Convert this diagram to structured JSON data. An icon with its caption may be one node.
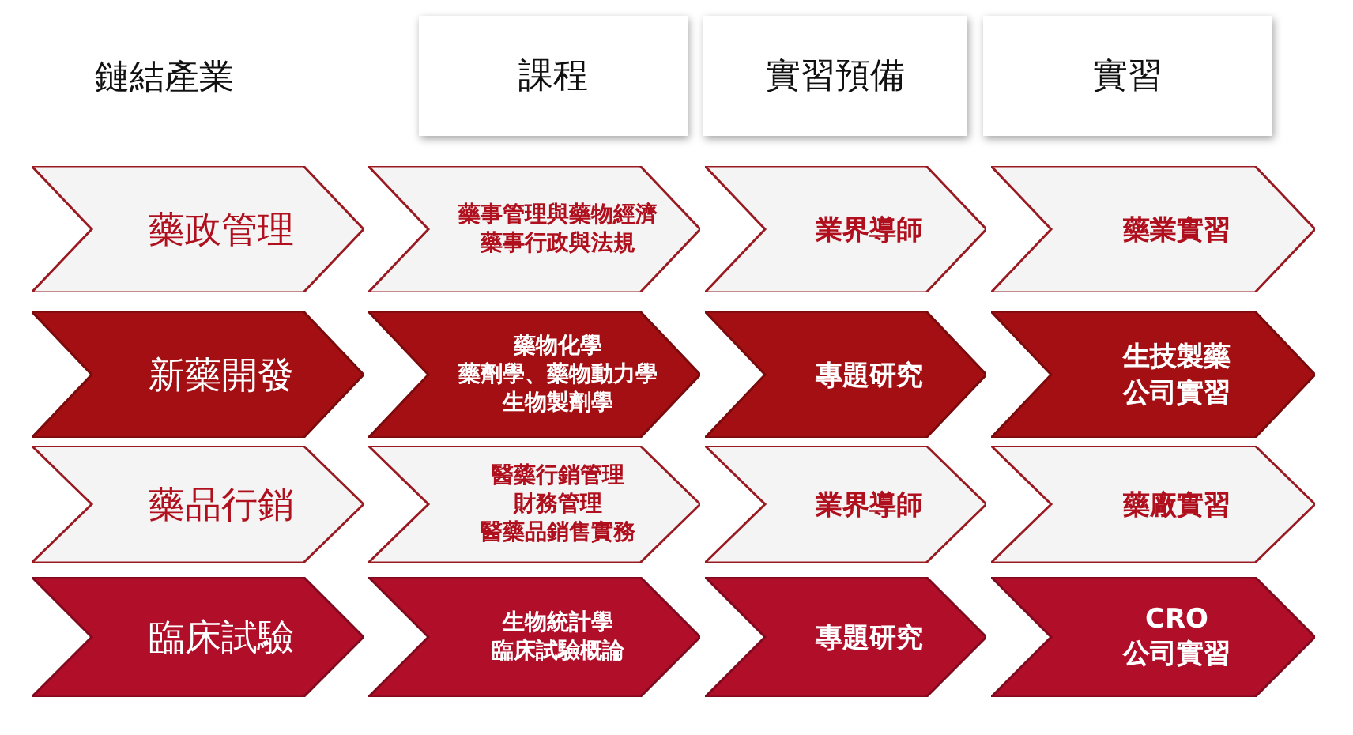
{
  "diagram": {
    "nodes": [
      {
        "text": [
          "課程"
        ]
      },
      {
        "text": [
          "實習預備"
        ]
      },
      {
        "text": [
          "實習"
        ]
      },
      {
        "text": [
          "藥政管理"
        ]
      },
      {
        "text": [
          "藥事管理與藥物經濟",
          "藥事行政與法規"
        ]
      },
      {
        "text": [
          "業界導師"
        ]
      },
      {
        "text": [
          "藥業實習"
        ]
      },
      {
        "text": [
          "新藥開發"
        ]
      },
      {
        "text": [
          "藥物化學",
          "藥劑學、藥物動力學",
          "生物製劑學"
        ]
      },
      {
        "text": [
          "專題研究"
        ]
      },
      {
        "text": [
          "生技製藥公司實習"
        ]
      },
      {
        "text": [
          "藥品行銷"
        ]
      },
      {
        "text": [
          "醫藥行銷管理",
          "財務管理",
          "醫藥品銷售實務"
        ]
      },
      {
        "text": [
          "業界導師"
        ]
      },
      {
        "text": [
          "藥廠實習"
        ]
      },
      {
        "text": [
          "臨床試驗"
        ]
      },
      {
        "text": [
          "生物統計學",
          "臨床試驗概論"
        ]
      },
      {
        "text": [
          "專題研究"
        ]
      },
      {
        "text": [
          "CRO 公司實習"
        ]
      }
    ],
    "labels": [
      "鏈結產業"
    ]
  }
}
